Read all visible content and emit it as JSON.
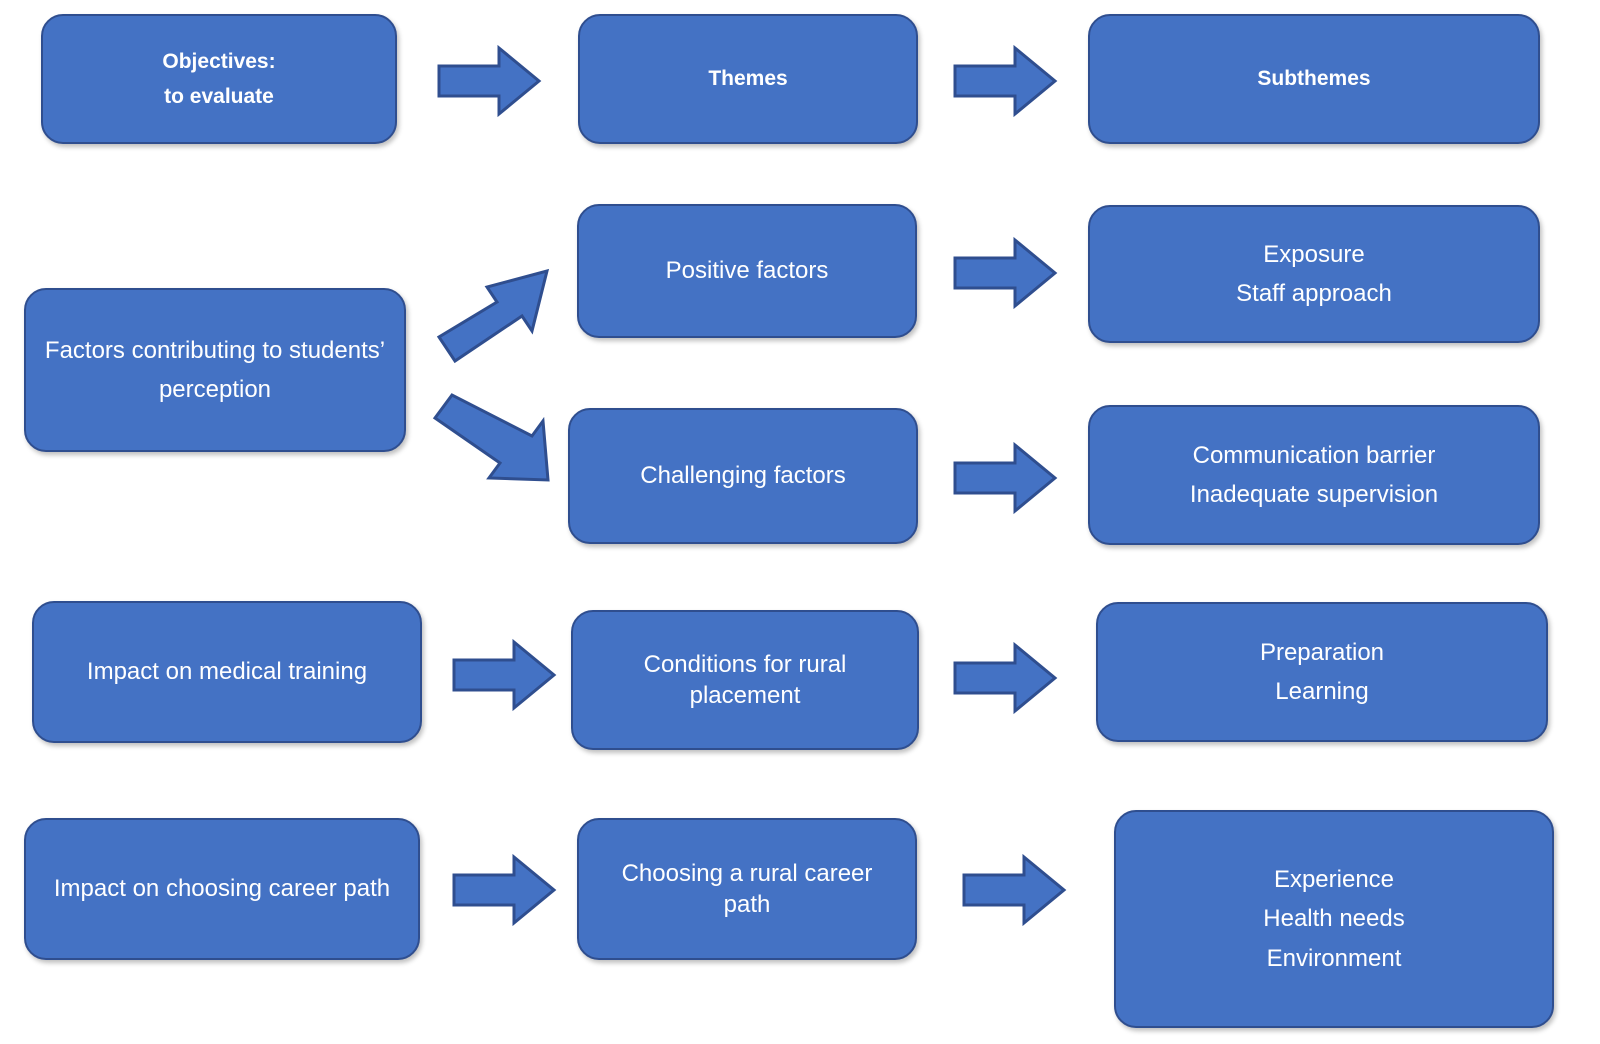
{
  "diagram": {
    "title": "Objectives, Themes and Subthemes flow diagram",
    "colors": {
      "box_fill": "#4472C4",
      "box_border": "#2F4E8F",
      "arrow_fill": "#4472C4",
      "arrow_border": "#2F4E8F",
      "text": "#FFFFFF",
      "background": "#FFFFFF"
    },
    "columns": [
      {
        "key": "objectives",
        "header": "Objectives:\nto evaluate"
      },
      {
        "key": "themes",
        "header": "Themes"
      },
      {
        "key": "subthemes",
        "header": "Subthemes"
      }
    ],
    "headers": {
      "objectives_line1": "Objectives:",
      "objectives_line2": "to evaluate",
      "themes": "Themes",
      "subthemes": "Subthemes"
    },
    "objectives": [
      {
        "id": "obj-factors",
        "label_line1": "Factors contributing to students’",
        "label_line2": "perception"
      },
      {
        "id": "obj-medical-training",
        "label_line1": "Impact on medical training"
      },
      {
        "id": "obj-career-path",
        "label_line1": "Impact on choosing career path"
      }
    ],
    "themes": [
      {
        "id": "theme-positive",
        "label": "Positive factors"
      },
      {
        "id": "theme-challenging",
        "label": "Challenging factors"
      },
      {
        "id": "theme-conditions",
        "label": "Conditions for rural placement"
      },
      {
        "id": "theme-career",
        "label": "Choosing a rural career path"
      }
    ],
    "subthemes": [
      {
        "id": "sub-positive",
        "items": [
          "Exposure",
          "Staff approach"
        ]
      },
      {
        "id": "sub-challenging",
        "items": [
          "Communication barrier",
          "Inadequate supervision"
        ]
      },
      {
        "id": "sub-conditions",
        "items": [
          "Preparation",
          "Learning"
        ]
      },
      {
        "id": "sub-career",
        "items": [
          "Experience",
          "Health needs",
          "Environment"
        ]
      }
    ],
    "arrows": [
      {
        "id": "arrow-header-obj-to-themes",
        "direction": "right"
      },
      {
        "id": "arrow-header-themes-to-subthemes",
        "direction": "right"
      },
      {
        "id": "arrow-factors-to-positive",
        "direction": "up-right"
      },
      {
        "id": "arrow-factors-to-challenging",
        "direction": "down-right"
      },
      {
        "id": "arrow-positive-to-subthemes",
        "direction": "right"
      },
      {
        "id": "arrow-challenging-to-subthemes",
        "direction": "right"
      },
      {
        "id": "arrow-medical-to-conditions",
        "direction": "right"
      },
      {
        "id": "arrow-conditions-to-subthemes",
        "direction": "right"
      },
      {
        "id": "arrow-career-impact-to-theme",
        "direction": "right"
      },
      {
        "id": "arrow-career-theme-to-subthemes",
        "direction": "right"
      }
    ]
  }
}
